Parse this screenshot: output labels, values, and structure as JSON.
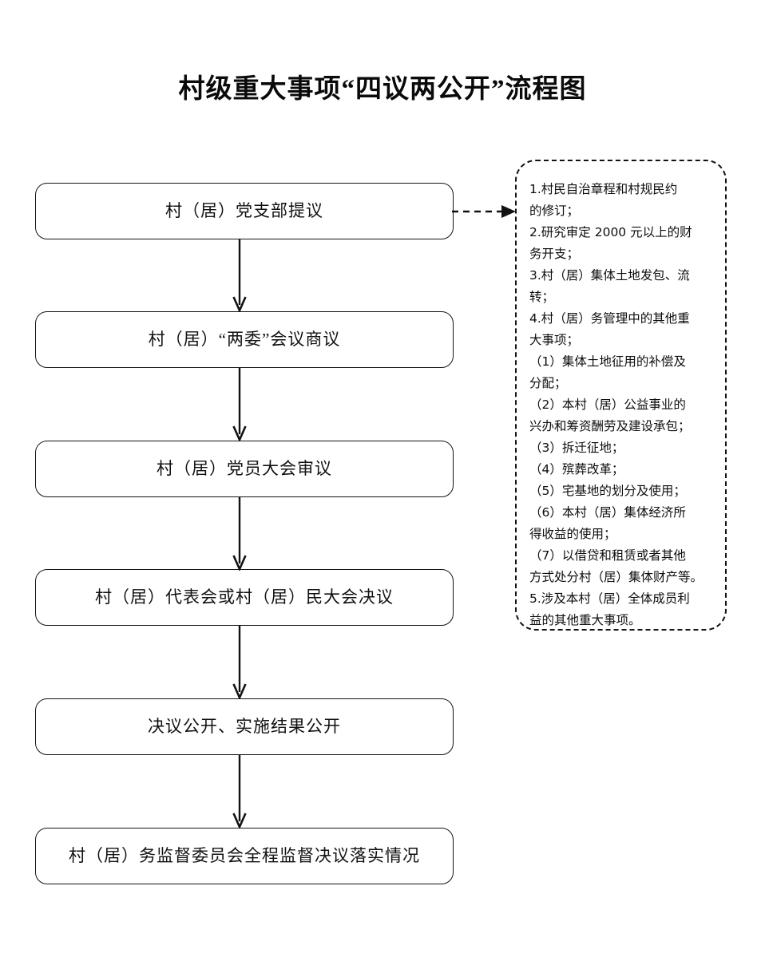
{
  "document": {
    "title": "村级重大事项“四议两公开”流程图",
    "background_color": "#ffffff",
    "line_color": "#121212"
  },
  "flow": {
    "steps": [
      {
        "id": "step-1",
        "label": "村（居）党支部提议"
      },
      {
        "id": "step-2",
        "label": "村（居）“两委”会议商议"
      },
      {
        "id": "step-3",
        "label": "村（居）党员大会审议"
      },
      {
        "id": "step-4",
        "label": "村（居）代表会或村（居）民大会决议"
      },
      {
        "id": "step-5",
        "label": "决议公开、实施结果公开"
      },
      {
        "id": "step-6",
        "label": "村（居）务监督委员会全程监督决议落实情况"
      }
    ],
    "connectors": [
      {
        "id": "connector-1-2",
        "style": "solid",
        "direction": "down"
      },
      {
        "id": "connector-2-3",
        "style": "solid",
        "direction": "down"
      },
      {
        "id": "connector-3-4",
        "style": "solid",
        "direction": "down"
      },
      {
        "id": "connector-4-5",
        "style": "solid",
        "direction": "down"
      },
      {
        "id": "connector-5-6",
        "style": "solid",
        "direction": "down"
      },
      {
        "id": "connector-step1-to-scope-note",
        "style": "dashed",
        "direction": "right"
      }
    ]
  },
  "scope_note": {
    "border_style": "dashed",
    "lines": [
      "1.村民自治章程和村规民约",
      "的修订；",
      "2.研究审定 2000 元以上的财",
      "务开支；",
      "3.村（居）集体土地发包、流",
      "转；",
      "4.村（居）务管理中的其他重",
      "大事项；",
      "（1）集体土地征用的补偿及",
      "分配；",
      "（2）本村（居）公益事业的",
      "兴办和筹资酬劳及建设承包；",
      "（3）拆迁征地；",
      "（4）殡葬改革；",
      "（5）宅基地的划分及使用；",
      "（6）本村（居）集体经济所",
      "得收益的使用；",
      "（7）以借贷和租赁或者其他",
      "方式处分村（居）集体财产等。",
      "5.涉及本村（居）全体成员利",
      "益的其他重大事项。"
    ]
  }
}
